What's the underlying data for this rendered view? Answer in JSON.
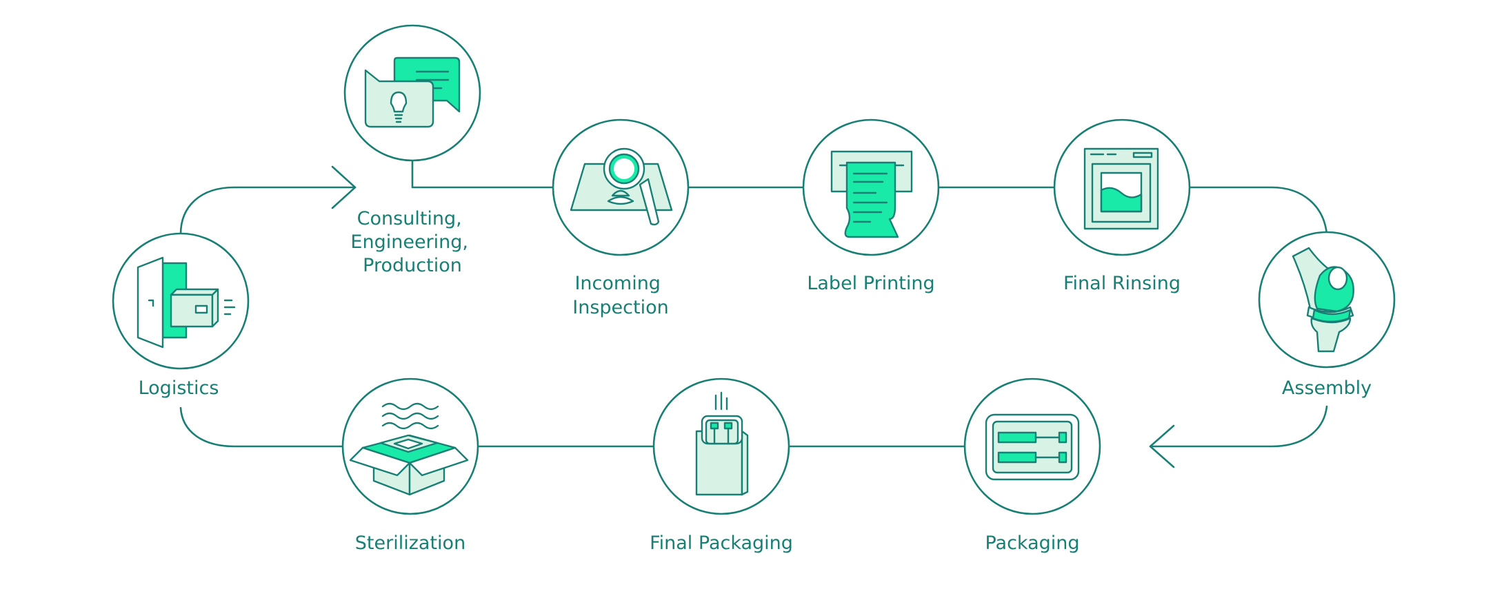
{
  "colors": {
    "stroke": "#177f74",
    "accent": "#19eaa8",
    "pale": "#d8f3e6",
    "background": "#ffffff"
  },
  "steps": [
    {
      "id": "consulting",
      "label_lines": [
        "Consulting,",
        "Engineering,",
        "Production"
      ],
      "icon": "speech-bubbles-lightbulb-icon"
    },
    {
      "id": "incoming-inspection",
      "label_lines": [
        "Incoming",
        "Inspection"
      ],
      "icon": "magnifier-map-icon"
    },
    {
      "id": "label-printing",
      "label_lines": [
        "Label Printing"
      ],
      "icon": "printer-label-icon"
    },
    {
      "id": "final-rinsing",
      "label_lines": [
        "Final Rinsing"
      ],
      "icon": "rinsing-tank-icon"
    },
    {
      "id": "assembly",
      "label_lines": [
        "Assembly"
      ],
      "icon": "knee-implant-icon"
    },
    {
      "id": "packaging",
      "label_lines": [
        "Packaging"
      ],
      "icon": "blister-tray-icon"
    },
    {
      "id": "final-packaging",
      "label_lines": [
        "Final Packaging"
      ],
      "icon": "sealed-bag-icon"
    },
    {
      "id": "sterilization",
      "label_lines": [
        "Sterilization"
      ],
      "icon": "steam-box-icon"
    },
    {
      "id": "logistics",
      "label_lines": [
        "Logistics"
      ],
      "icon": "door-parcel-icon"
    }
  ]
}
